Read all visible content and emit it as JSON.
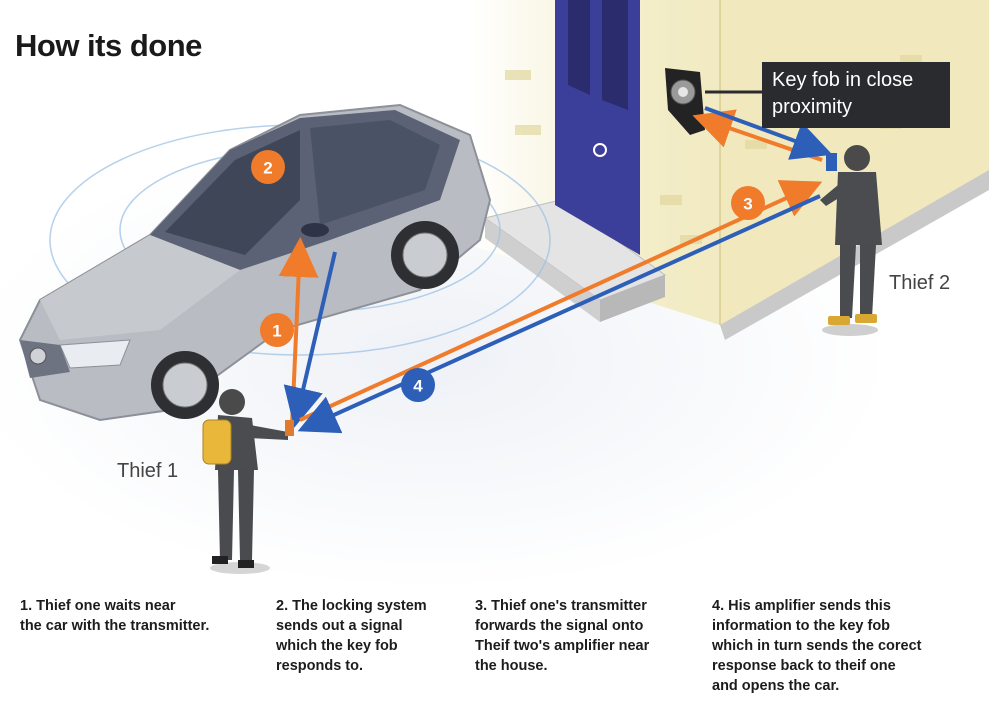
{
  "title": "How its done",
  "callout": {
    "text": "Key fob in close proximity"
  },
  "thieves": {
    "thief1": "Thief 1",
    "thief2": "Thief 2"
  },
  "badges": {
    "one": "1",
    "two": "2",
    "three": "3",
    "four": "4"
  },
  "steps": [
    {
      "text": "1. Thief one waits near\nthe car with the transmitter."
    },
    {
      "text": "2. The locking system\nsends out a signal\nwhich the key fob\nresponds to."
    },
    {
      "text": "3. Thief one's transmitter\nforwards the signal onto\nTheif two's amplifier near\nthe house."
    },
    {
      "text": "4. His amplifier sends this\ninformation to the key fob\nwhich in turn sends the corect\nresponse back to theif one\nand opens the car."
    }
  ],
  "colors": {
    "orange_signal": "#f07b2a",
    "blue_signal": "#2d5fb8",
    "door": "#3c3f9a",
    "wall": "#efe7b8",
    "car": "#b9bcc2",
    "backpack": "#e9b83b"
  },
  "icons": [
    "car-illustration",
    "house-wall",
    "front-door",
    "key-fob",
    "amplifier-device",
    "transmitter-device",
    "person-icon"
  ]
}
